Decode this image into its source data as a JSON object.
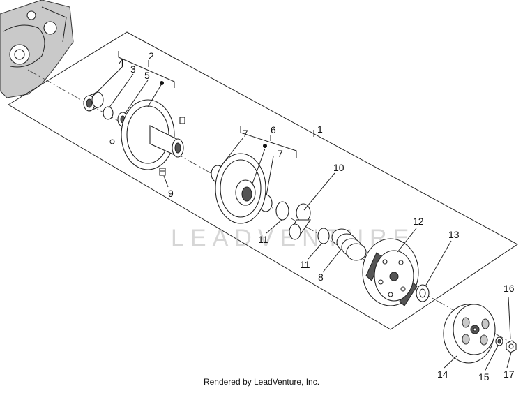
{
  "watermark": "LEADVENTURE",
  "footer": "Rendered by LeadVenture, Inc.",
  "callouts": [
    "1",
    "2",
    "3",
    "4",
    "5",
    "6",
    "7",
    "7",
    "8",
    "9",
    "10",
    "11",
    "11",
    "12",
    "13",
    "14",
    "15",
    "16",
    "17"
  ]
}
